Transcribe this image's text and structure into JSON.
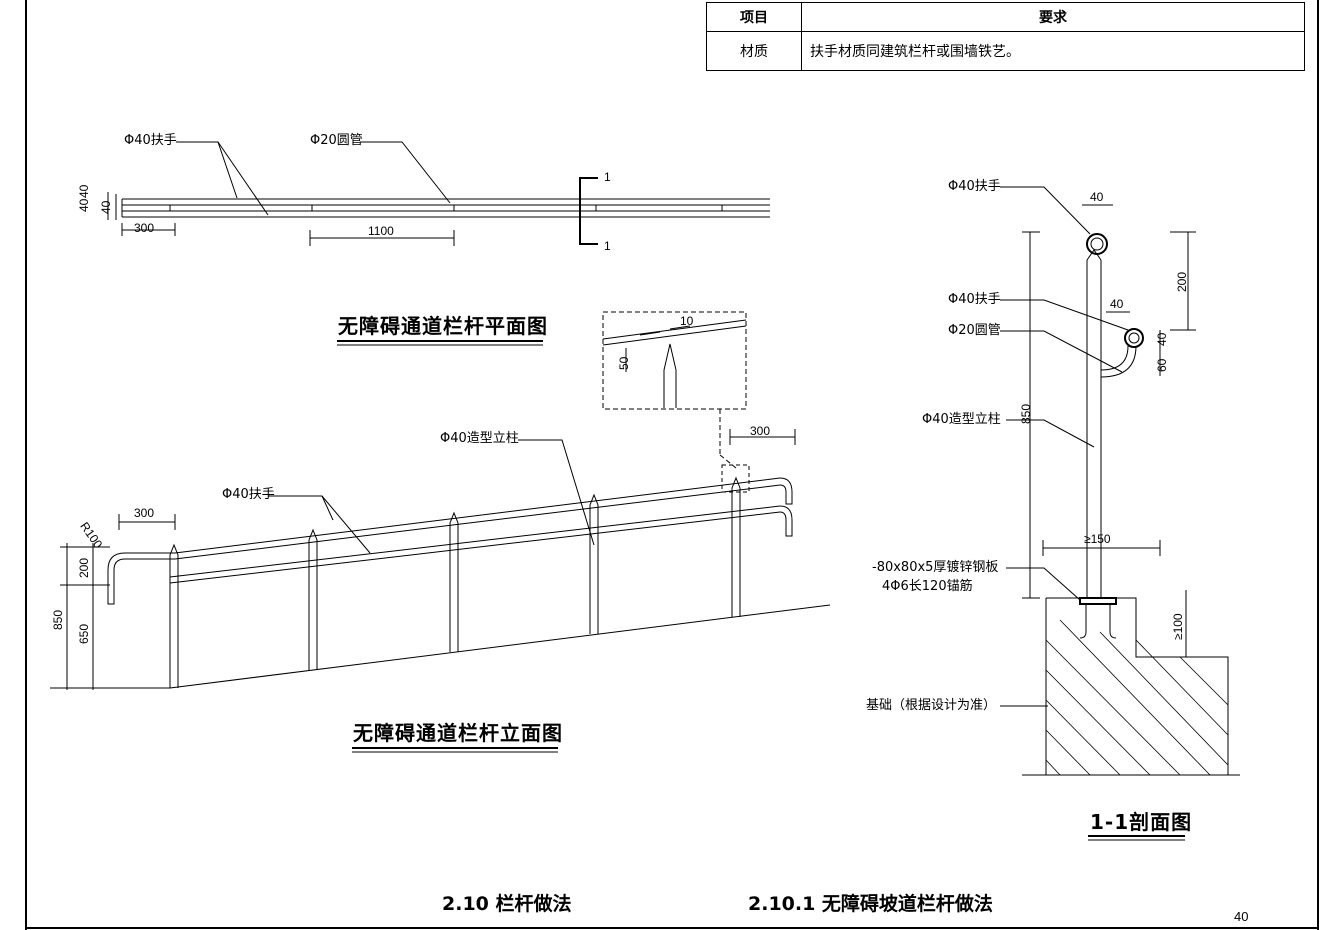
{
  "table": {
    "header": [
      "项目",
      "要求"
    ],
    "rows": [
      [
        "材质",
        "扶手材质同建筑栏杆或围墙铁艺。"
      ]
    ]
  },
  "plan": {
    "title": "无障碍通道栏杆平面图",
    "labels": {
      "handrail": "Φ40扶手",
      "tube": "Φ20圆管"
    },
    "dims": {
      "spacing": "1100",
      "overhang": "300",
      "left_a": "40",
      "left_b": "40",
      "left_c": "40"
    },
    "section_marks": [
      "1",
      "1"
    ]
  },
  "elevation": {
    "title": "无障碍通道栏杆立面图",
    "labels": {
      "post": "Φ40造型立柱",
      "handrail": "Φ40扶手"
    },
    "dims": {
      "top_right": "300",
      "left_overhang": "300",
      "radius": "R100",
      "h200": "200",
      "h850": "850",
      "h650": "650"
    },
    "detail": {
      "gap": "10",
      "height": "50"
    }
  },
  "section": {
    "title": "1-1剖面图",
    "labels": {
      "handrail_top": "Φ40扶手",
      "handrail_low": "Φ40扶手",
      "tube": "Φ20圆管",
      "post": "Φ40造型立柱",
      "plate": "-80x80x5厚镀锌钢板",
      "anchor": "4Φ6长120锚筋",
      "foundation": "基础（根据设计为准）"
    },
    "dims": {
      "d40_top": "40",
      "d40_low": "40",
      "h200": "200",
      "h850": "850",
      "h40": "40",
      "h60": "60",
      "w150": "≥150",
      "h100": "≥100"
    }
  },
  "footer": {
    "left": "2.10 栏杆做法",
    "right": "2.10.1 无障碍坡道栏杆做法",
    "page": "40"
  }
}
